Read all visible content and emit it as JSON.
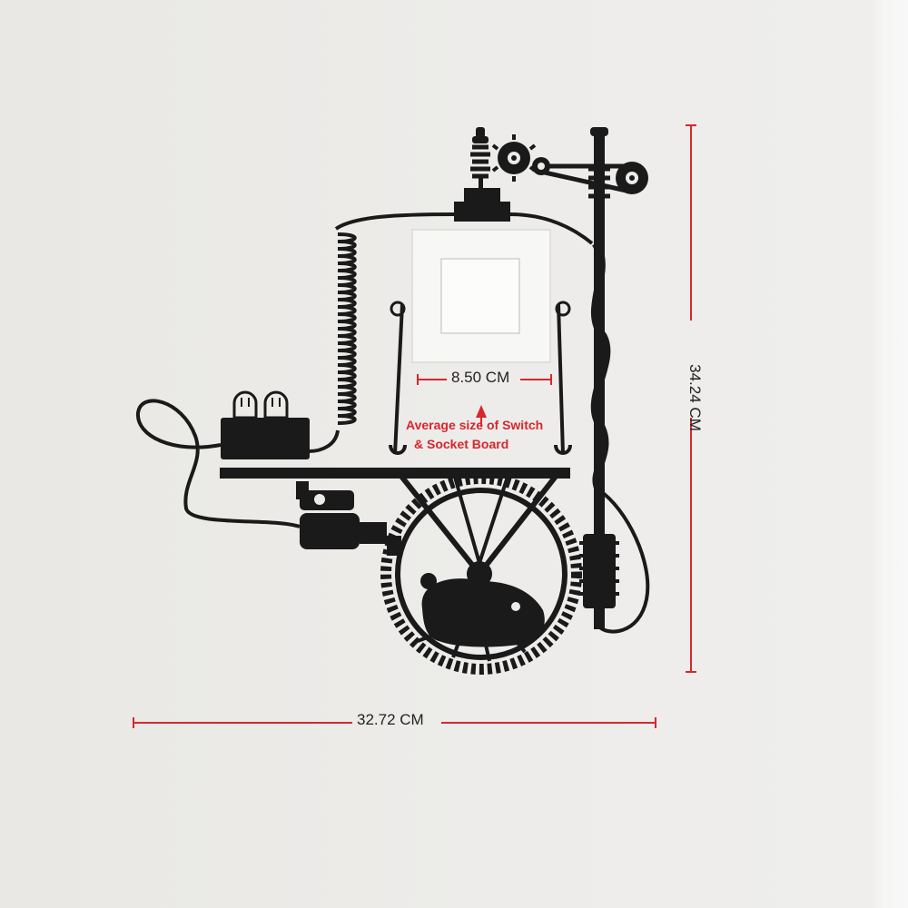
{
  "dimensions": {
    "width_label": "32.72 CM",
    "height_label": "34.24 CM",
    "switch_width_label": "8.50 CM"
  },
  "note": {
    "line1": "Average size of Switch",
    "line2": "& Socket  Board"
  },
  "colors": {
    "wall": "#ecebe8",
    "decal": "#1a1a1a",
    "dimension_line": "#d8262d",
    "switch_plate": "#f7f7f5"
  },
  "icons": {
    "hamster": "hamster-icon",
    "gear_wheel": "gear-wheel-icon",
    "light_bulbs": "light-bulb-icon",
    "switch": "light-switch-icon"
  }
}
